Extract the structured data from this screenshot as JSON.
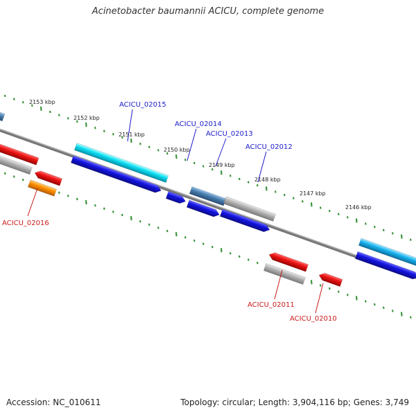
{
  "title": "Acinetobacter baumannii ACICU, complete genome",
  "footer": {
    "accession": "Accession: NC_010611",
    "summary": "Topology: circular; Length: 3,904,116 bp; Genes: 3,749"
  },
  "ticks": [
    "2153 kbp",
    "2152 kbp",
    "2151 kbp",
    "2150 kbp",
    "2149 kbp",
    "2148 kbp",
    "2147 kbp",
    "2146 kbp"
  ],
  "labels": {
    "acicu_02015": "ACICU_02015",
    "acicu_02014": "ACICU_02014",
    "acicu_02013": "ACICU_02013",
    "acicu_02012": "ACICU_02012",
    "acicu_02016": "ACICU_02016",
    "acicu_02011": "ACICU_02011",
    "acicu_02010": "ACICU_02010"
  },
  "colors": {
    "backbone": "#777777",
    "tick": "#2e8b2e",
    "cds_forward": "#1414dc",
    "cds_reverse": "#e61414",
    "gene": "#b4b4b4",
    "trna": "#00d8f0",
    "misc": "#4a7fb0",
    "orange": "#ff8c00",
    "label_forward": "#1a1acc",
    "label_reverse": "#cc1a1a"
  }
}
